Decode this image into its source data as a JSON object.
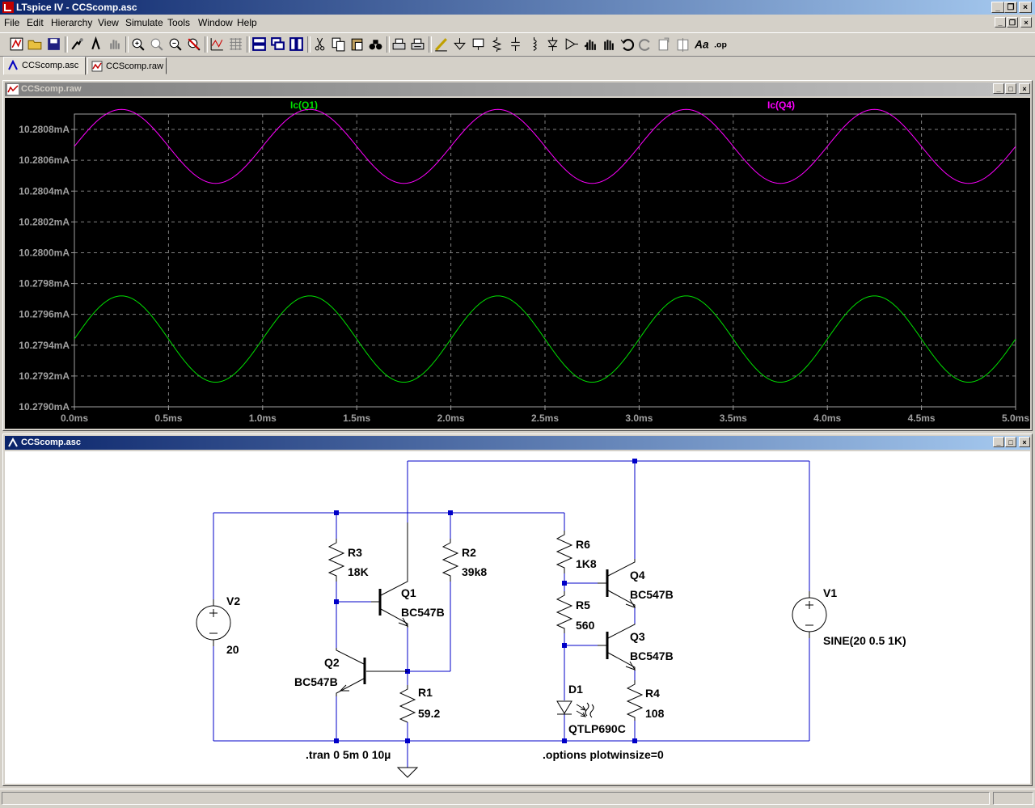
{
  "app": {
    "title": "LTspice IV - CCScomp.asc"
  },
  "menu": [
    "File",
    "Edit",
    "Hierarchy",
    "View",
    "Simulate",
    "Tools",
    "Window",
    "Help"
  ],
  "toolbar": {
    "icons": [
      "run-icon",
      "open-icon",
      "save-icon",
      "control-panel-icon",
      "halt-icon",
      "pan-icon",
      "zoom-in-icon",
      "zoom-fit-icon",
      "zoom-out-icon",
      "zoom-cancel-icon",
      "autorange-icon",
      "grid-icon",
      "tile-horizontal-icon",
      "cascade-icon",
      "tile-vertical-icon",
      "cut-icon",
      "copy-icon",
      "paste-icon",
      "find-icon",
      "print-setup-icon",
      "print-icon",
      "draw-wire-icon",
      "ground-icon",
      "label-net-icon",
      "resistor-icon",
      "capacitor-icon",
      "inductor-icon",
      "diode-icon",
      "component-icon",
      "move-icon",
      "drag-icon",
      "undo-icon",
      "redo-icon",
      "rotate-icon",
      "mirror-icon",
      "text-icon",
      "spice-directive-icon"
    ]
  },
  "tabs": [
    {
      "label": "CCScomp.asc"
    },
    {
      "label": "CCScomp.raw"
    }
  ],
  "waveform_window": {
    "title": "CCScomp.raw"
  },
  "schematic_window": {
    "title": "CCScomp.asc"
  },
  "colors": {
    "plot_bg": "#000000",
    "trace_q1": "#00e000",
    "trace_q4": "#ff00ff",
    "wire": "#0000c8",
    "component": "#000000",
    "grid": "#808080"
  },
  "chart_data": {
    "type": "line",
    "xlabel": "",
    "ylabel": "",
    "x_ticks": [
      "0.0ms",
      "0.5ms",
      "1.0ms",
      "1.5ms",
      "2.0ms",
      "2.5ms",
      "3.0ms",
      "3.5ms",
      "4.0ms",
      "4.5ms",
      "5.0ms"
    ],
    "y_ticks": [
      "10.2808mA",
      "10.2806mA",
      "10.2804mA",
      "10.2802mA",
      "10.2800mA",
      "10.2798mA",
      "10.2796mA",
      "10.2794mA",
      "10.2792mA",
      "10.2790mA"
    ],
    "xlim": [
      0,
      5
    ],
    "ylim": [
      10.279,
      10.2809
    ],
    "grid": true,
    "series": [
      {
        "name": "Ic(Q1)",
        "color": "#00e000",
        "offset": 10.27944,
        "amplitude": 0.00028,
        "frequency_khz": 1,
        "x_unit": "ms",
        "y_unit": "mA"
      },
      {
        "name": "Ic(Q4)",
        "color": "#ff00ff",
        "offset": 10.28069,
        "amplitude": 0.00024,
        "frequency_khz": 1,
        "x_unit": "ms",
        "y_unit": "mA"
      }
    ]
  },
  "schematic": {
    "components": [
      {
        "ref": "V2",
        "value": "20"
      },
      {
        "ref": "R3",
        "value": "18K"
      },
      {
        "ref": "Q1",
        "value": "BC547B"
      },
      {
        "ref": "R2",
        "value": "39k8"
      },
      {
        "ref": "Q2",
        "value": "BC547B"
      },
      {
        "ref": "R1",
        "value": "59.2"
      },
      {
        "ref": "R6",
        "value": "1K8"
      },
      {
        "ref": "Q4",
        "value": "BC547B"
      },
      {
        "ref": "R5",
        "value": "560"
      },
      {
        "ref": "Q3",
        "value": "BC547B"
      },
      {
        "ref": "D1",
        "value": "QTLP690C"
      },
      {
        "ref": "R4",
        "value": "108"
      },
      {
        "ref": "V1",
        "value": "SINE(20 0.5 1K)"
      }
    ],
    "directives": [
      ".tran 0 5m 0 10µ",
      ".options plotwinsize=0"
    ]
  }
}
